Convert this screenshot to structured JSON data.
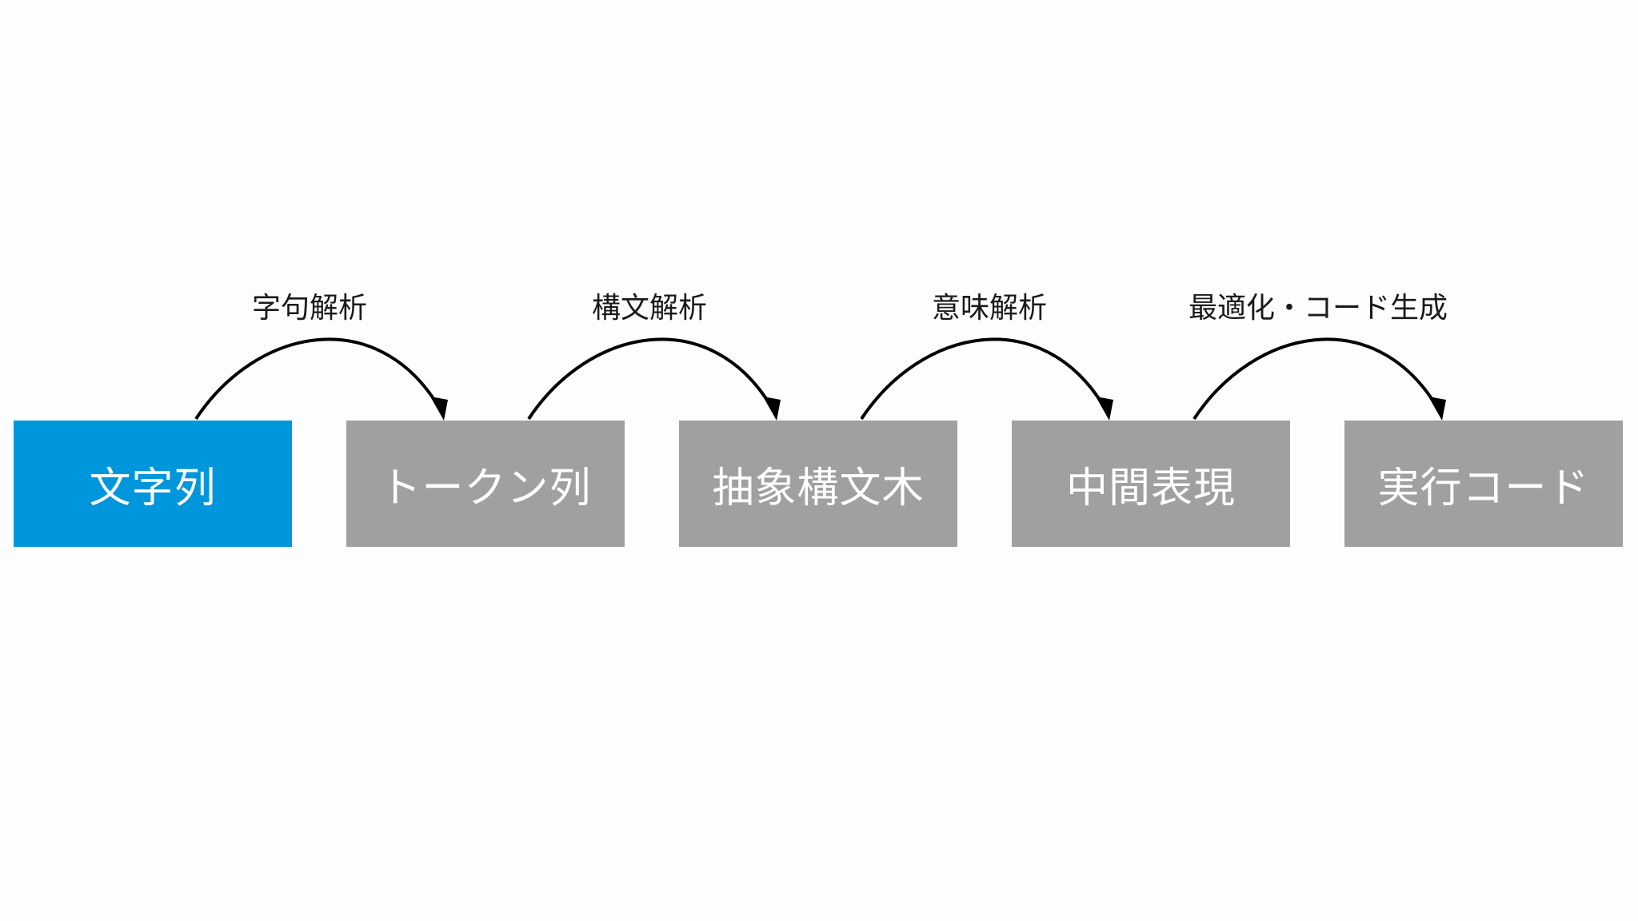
{
  "stages": [
    {
      "label": "文字列",
      "state": "active"
    },
    {
      "label": "トークン列",
      "state": "pending"
    },
    {
      "label": "抽象構文木",
      "state": "pending"
    },
    {
      "label": "中間表現",
      "state": "pending"
    },
    {
      "label": "実行コード",
      "state": "pending"
    }
  ],
  "steps": [
    {
      "label": "字句解析"
    },
    {
      "label": "構文解析"
    },
    {
      "label": "意味解析"
    },
    {
      "label": "最適化・コード生成"
    }
  ],
  "colors": {
    "active": "#0096dc",
    "pending": "#a0a0a0",
    "arrow": "#000000"
  }
}
